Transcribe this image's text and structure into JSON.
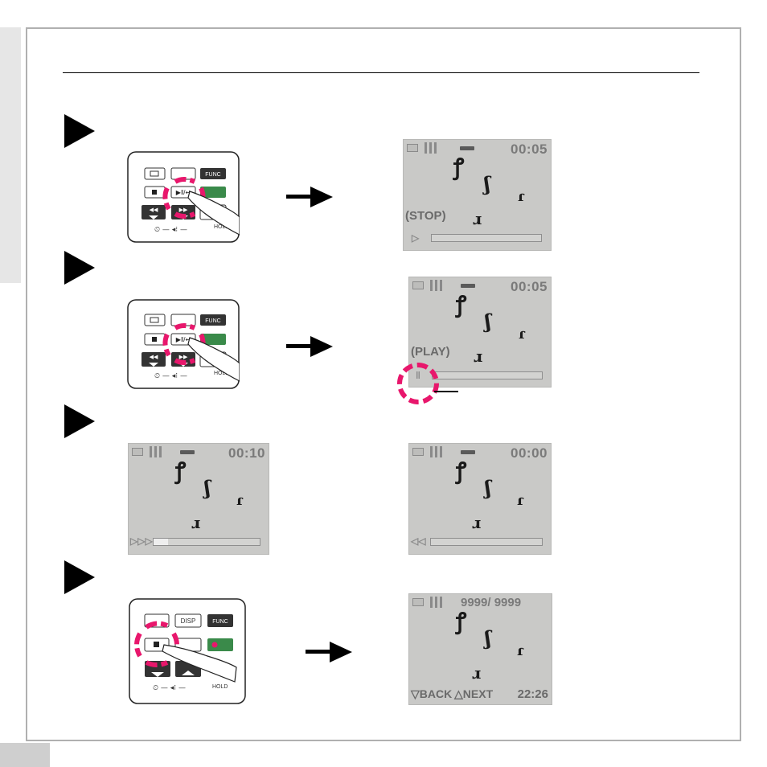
{
  "steps": [
    {
      "remote": {
        "menu_label": "",
        "func_label": "FUNC",
        "hold_label": "HOLD"
      },
      "screen": {
        "time": "00:05",
        "status": "(STOP)"
      }
    },
    {
      "remote": {
        "menu_label": "",
        "func_label": "FUNC",
        "hold_label": "HOLD"
      },
      "screen": {
        "time": "00:05",
        "status": "(PLAY)"
      }
    },
    {
      "screens": [
        {
          "time": "00:10",
          "direction": "forward"
        },
        {
          "time": "00:00",
          "direction": "rewind"
        }
      ]
    },
    {
      "remote": {
        "disp_label": "DISP",
        "func_label": "FUNC",
        "hold_label": "HOLD"
      },
      "screen": {
        "count": "9999/ 9999",
        "back": "BACK",
        "next": "NEXT",
        "clock": "22:26"
      }
    }
  ],
  "colors": {
    "accent": "#e8176c",
    "lcd": "#c9c9c7",
    "frame": "#b0b0b0"
  }
}
